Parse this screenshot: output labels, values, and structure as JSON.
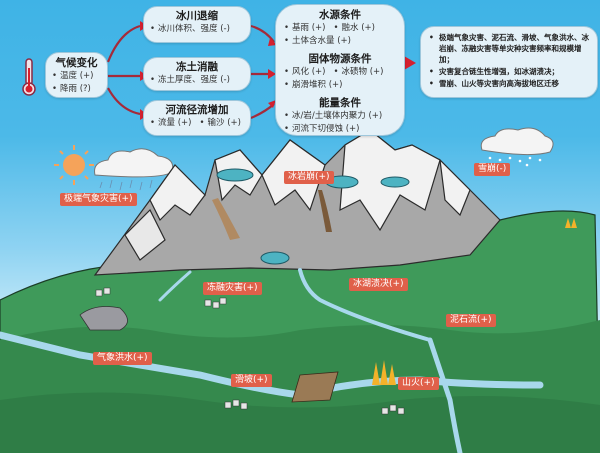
{
  "climate": {
    "title": "气候变化",
    "items": [
      "温度 (+)",
      "降雨 (?)"
    ],
    "icon": "thermometer-icon"
  },
  "glacier": {
    "title": "冰川退缩",
    "items": [
      "冰川体积、强度 (-)"
    ]
  },
  "permafrost": {
    "title": "冻土消融",
    "items": [
      "冻土厚度、强度 (-)"
    ]
  },
  "runoff": {
    "title": "河流径流增加",
    "items": [
      "流量 (+)",
      "输沙 (+)"
    ]
  },
  "conditions": {
    "water": {
      "title": "水源条件",
      "items": [
        "基雨 (+)",
        "融水 (+)",
        "土体含水量 (+)"
      ]
    },
    "solid": {
      "title": "固体物源条件",
      "items": [
        "风化 (+)",
        "冰碛物 (+)",
        "崩滑堆积 (+)"
      ]
    },
    "energy": {
      "title": "能量条件",
      "items": [
        "冰/岩/土壤体内聚力 (+)",
        "河流下切侵蚀 (+)"
      ]
    }
  },
  "results": {
    "bullets": [
      "极端气象灾害、泥石流、滑坡、气象洪水、冰岩崩、冻融灾害等单灾种灾害频率和规模增加；",
      "灾害复合链生性增强，如冰湖溃决；",
      "雪崩、山火等灾害向高海拔地区迁移"
    ]
  },
  "map_labels": {
    "extreme_weather": "极端气象灾害(+)",
    "ice_rock_avalanche": "冰岩崩(+)",
    "snow_avalanche": "雪崩(-)",
    "freeze_thaw": "冻融灾害(+)",
    "glacial_lake": "冰湖溃决(+)",
    "debris_flow": "泥石流(+)",
    "flood": "气象洪水(+)",
    "landslide": "滑坡(+)",
    "wildfire": "山火(+)"
  },
  "colors": {
    "sky": "#4cb9e8",
    "box_fill": "#e4f1f8",
    "arrow": "#c0283a",
    "label_bg": "#e0604a",
    "grass": "#3f9a5a",
    "river": "#a8d8ec",
    "snow": "#f2f2f2",
    "rock": "#a8a8a8"
  }
}
